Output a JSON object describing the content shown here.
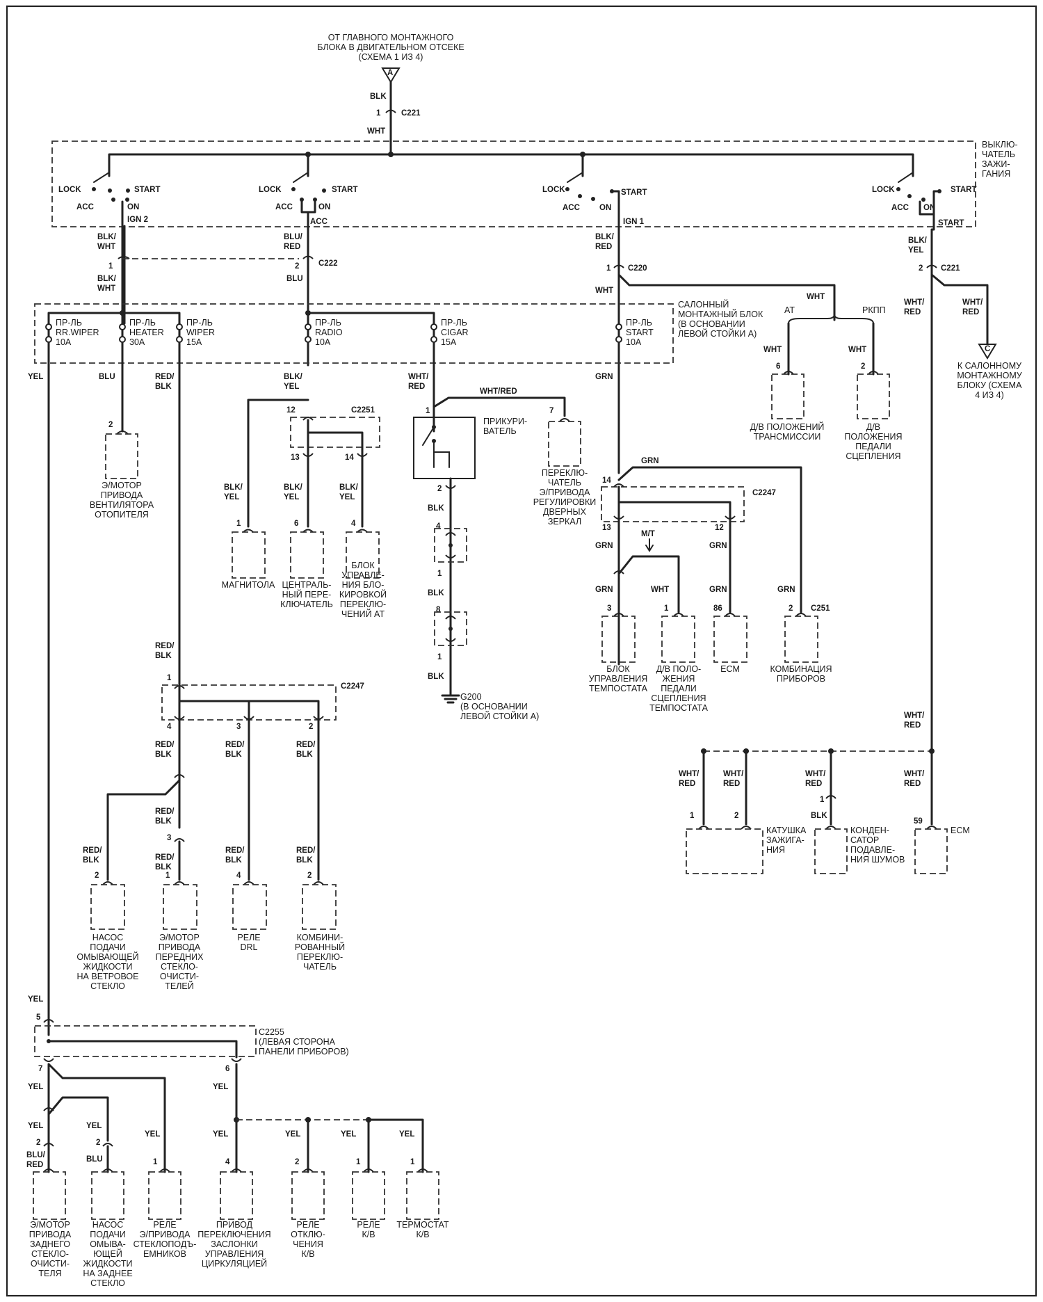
{
  "colors": {
    "ink": "#222222",
    "paper": "#ffffff"
  },
  "labels": {
    "src": [
      "ОТ ГЛАВНОГО МОНТАЖНОГО",
      "БЛОКА В ДВИГАТЕЛЬНОМ ОТСЕКЕ",
      "(СХЕМА 1 ИЗ 4)"
    ],
    "ign_sw": [
      "ВЫКЛЮ-",
      "ЧАТЕЛЬ",
      "ЗАЖИ-",
      "ГАНИЯ"
    ],
    "fuse_box": [
      "САЛОННЫЙ",
      "МОНТАЖНЫЙ БЛОК",
      "(В ОСНОВАНИИ",
      "ЛЕВОЙ СТОЙКИ А)"
    ],
    "to_c": [
      "К САЛОННОМУ",
      "МОНТАЖНОМУ",
      "БЛОКУ (СХЕМА",
      "4 ИЗ 4)"
    ],
    "fan": [
      "Э/МОТОР",
      "ПРИВОДА",
      "ВЕНТИЛЯТОРА",
      "ОТОПИТЕЛЯ"
    ],
    "radio": [
      "МАГНИТОЛА"
    ],
    "central": [
      "ЦЕНТРАЛЬ-",
      "НЫЙ ПЕРЕ-",
      "КЛЮЧАТЕЛЬ"
    ],
    "at_lock": [
      "БЛОК",
      "УПРАВЛЕ-",
      "НИЯ БЛО-",
      "КИРОВКОЙ",
      "ПЕРЕКЛЮ-",
      "ЧЕНИЙ AT"
    ],
    "lighter": [
      "ПРИКУРИ-",
      "ВАТЕЛЬ"
    ],
    "mirror": [
      "ПЕРЕКЛЮ-",
      "ЧАТЕЛЬ",
      "Э/ПРИВОДА",
      "РЕГУЛИРОВКИ",
      "ДВЕРНЫХ",
      "ЗЕРКАЛ"
    ],
    "g200": [
      "G200",
      "(В ОСНОВАНИИ",
      "ЛЕВОЙ СТОЙКИ А)"
    ],
    "tr_pos": [
      "Д/В ПОЛОЖЕНИЙ",
      "ТРАНСМИССИИ"
    ],
    "clutch": [
      "Д/В",
      "ПОЛОЖЕНИЯ",
      "ПЕДАЛИ",
      "СЦЕПЛЕНИЯ"
    ],
    "cruise": [
      "БЛОК",
      "УПРАВЛЕНИЯ",
      "ТЕМПОСТАТА"
    ],
    "clutch_t": [
      "Д/В ПОЛО-",
      "ЖЕНИЯ",
      "ПЕДАЛИ",
      "СЦЕПЛЕНИЯ",
      "ТЕМПОСТАТА"
    ],
    "ecm": [
      "ECM"
    ],
    "cluster": [
      "КОМБИНАЦИЯ",
      "ПРИБОРОВ"
    ],
    "coil": [
      "КАТУШКА",
      "ЗАЖИГА-",
      "НИЯ"
    ],
    "cond": [
      "КОНДЕН-",
      "САТОР",
      "ПОДАВЛЕ-",
      "НИЯ ШУМОВ"
    ],
    "ecm2": [
      "ECM"
    ],
    "pump_f": [
      "НАСОС",
      "ПОДАЧИ",
      "ОМЫВАЮЩЕЙ",
      "ЖИДКОСТИ",
      "НА ВЕТРОВОЕ",
      "СТЕКЛО"
    ],
    "wiper_f": [
      "Э/МОТОР",
      "ПРИВОДА",
      "ПЕРЕДНИХ",
      "СТЕКЛО-",
      "ОЧИСТИ-",
      "ТЕЛЕЙ"
    ],
    "drl": [
      "РЕЛЕ",
      "DRL"
    ],
    "combo": [
      "КОМБИНИ-",
      "РОВАННЫЙ",
      "ПЕРЕКЛЮ-",
      "ЧАТЕЛЬ"
    ],
    "c2255": [
      "C2255",
      "(ЛЕВАЯ СТОРОНА",
      "ПАНЕЛИ ПРИБОРОВ)"
    ],
    "wiper_r": [
      "Э/МОТОР",
      "ПРИВОДА",
      "ЗАДНЕГО",
      "СТЕКЛО-",
      "ОЧИСТИ-",
      "ТЕЛЯ"
    ],
    "pump_r": [
      "НАСОС",
      "ПОДАЧИ",
      "ОМЫВА-",
      "ЮЩЕЙ",
      "ЖИДКОСТИ",
      "НА ЗАДНЕЕ",
      "СТЕКЛО"
    ],
    "relay_win": [
      "РЕЛЕ",
      "Э/ПРИВОДА",
      "СТЕКЛОПОДЪ-",
      "ЕМНИКОВ"
    ],
    "damper": [
      "ПРИВОД",
      "ПЕРЕКЛЮЧЕНИЯ",
      "ЗАСЛОНКИ",
      "УПРАВЛЕНИЯ",
      "ЦИРКУЛЯЦИЕЙ"
    ],
    "relay_off": [
      "РЕЛЕ",
      "ОТКЛЮ-",
      "ЧЕНИЯ",
      "К/В"
    ],
    "relay_kv": [
      "РЕЛЕ",
      "К/В"
    ],
    "thermo": [
      "ТЕРМОСТАТ",
      "К/В"
    ],
    "connectors": {
      "c221": "C221",
      "c222": "C222",
      "c220": "C220",
      "c2251": "C2251",
      "c2247": "C2247",
      "c251": "C251"
    },
    "switch": {
      "lock": "LOCK",
      "start": "START",
      "acc": "ACC",
      "on": "ON",
      "ign2": "IGN 2",
      "ign1": "IGN 1"
    },
    "fuses": {
      "rrwiper": [
        "ПР-ЛЬ",
        "RR.WIPER",
        "10A"
      ],
      "heater": [
        "ПР-ЛЬ",
        "HEATER",
        "30A"
      ],
      "wiper": [
        "ПР-ЛЬ",
        "WIPER",
        "15A"
      ],
      "radio": [
        "ПР-ЛЬ",
        "RADIO",
        "10A"
      ],
      "cigar": [
        "ПР-ЛЬ",
        "CIGAR",
        "15A"
      ],
      "start": [
        "ПР-ЛЬ",
        "START",
        "10A"
      ]
    },
    "at": "AT",
    "rkpp": "РКПП",
    "mt": "M/T",
    "a": "A",
    "c": "C",
    "wires": {
      "blk": "BLK",
      "wht": "WHT",
      "blu": "BLU",
      "yel": "YEL",
      "grn": "GRN",
      "blkwht": [
        "BLK/",
        "WHT"
      ],
      "blured": [
        "BLU/",
        "RED"
      ],
      "blkred": [
        "BLK/",
        "RED"
      ],
      "blkyel": [
        "BLK/",
        "YEL"
      ],
      "redblk": [
        "RED/",
        "BLK"
      ],
      "whtred": [
        "WHT/",
        "RED"
      ],
      "whtred1": "WHT/RED"
    }
  }
}
